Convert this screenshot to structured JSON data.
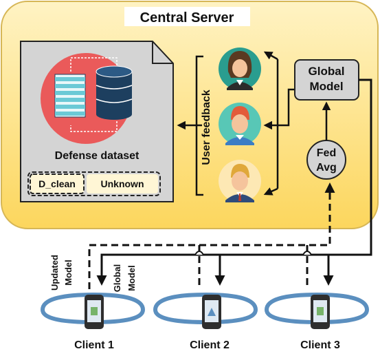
{
  "server": {
    "title": "Central Server"
  },
  "defense": {
    "label": "Defense dataset",
    "tags": [
      "D_clean",
      "Unknown"
    ]
  },
  "feedback": {
    "label": "User feedback"
  },
  "global_model": {
    "line1": "Global",
    "line2": "Model"
  },
  "fedavg": {
    "line1": "Fed",
    "line2": "Avg"
  },
  "arrows": {
    "updated": "Updated",
    "updated_model": "Model",
    "global": "Global",
    "global_model": "Model"
  },
  "clients": [
    "Client 1",
    "Client 2",
    "Client 3"
  ],
  "colors": {
    "server_fill": "#fde79a",
    "server_border": "#d6b656",
    "doc_fill": "#d4d4d4",
    "circle_red": "#ea5a5a",
    "db_dark": "#1d3f5f",
    "paper_blue": "#6bc9d6",
    "phone_screen_green": "#77b36a",
    "swirl_blue": "#5b8fbf"
  },
  "icons": [
    "document-icon",
    "database-icon",
    "user-female-icon",
    "user-male-icon",
    "user-businessman-icon",
    "phone-icon",
    "sync-arrow-icon"
  ]
}
